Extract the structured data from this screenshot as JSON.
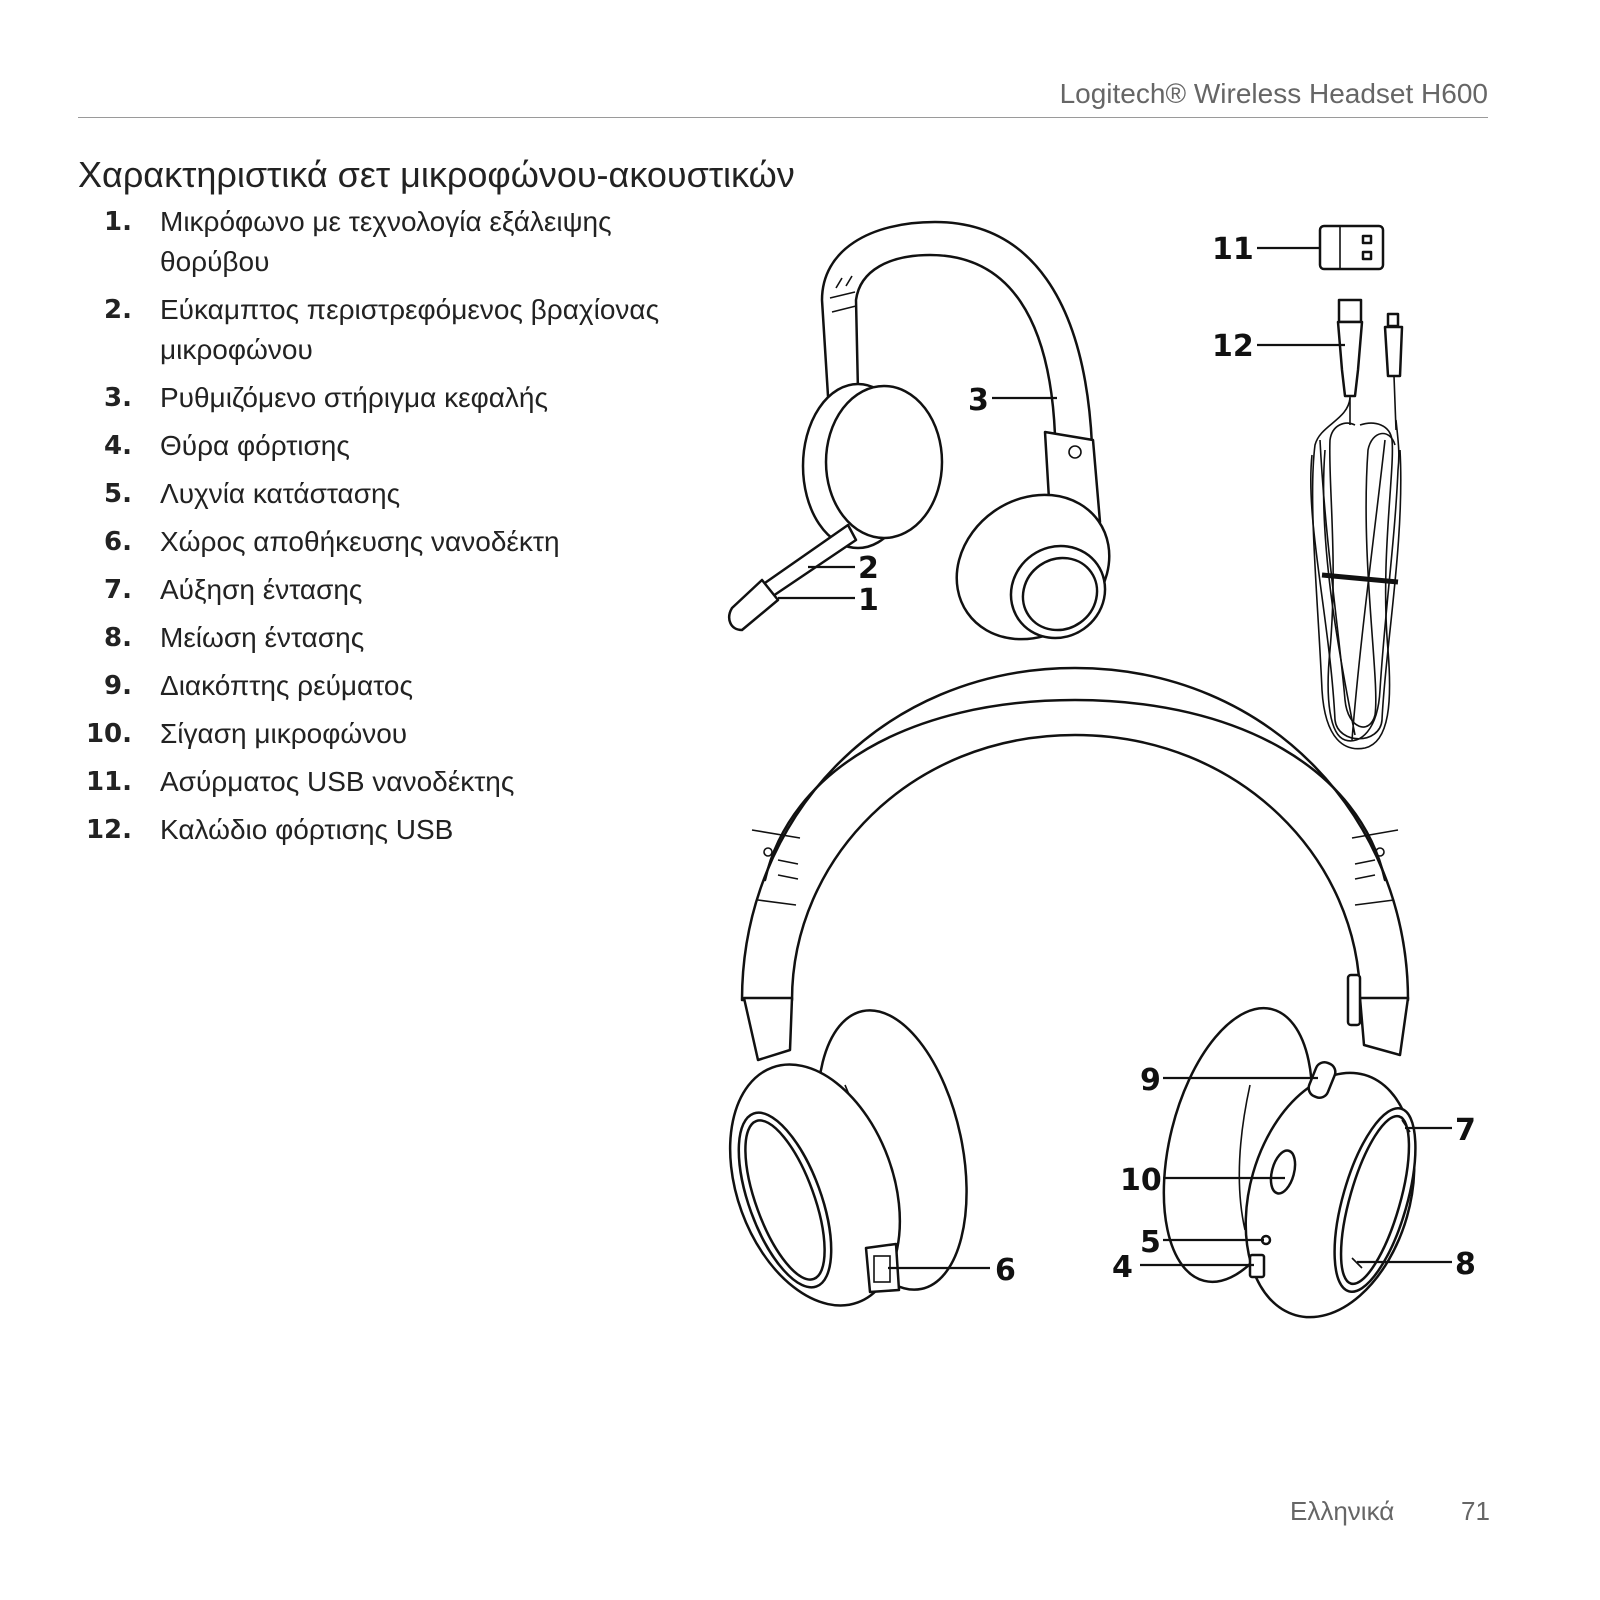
{
  "header": {
    "product": "Logitech® Wireless Headset H600"
  },
  "title": "Χαρακτηριστικά σετ μικροφώνου-ακουστικών",
  "features": [
    {
      "number": "1.",
      "text": "Μικρόφωνο με τεχνολογία εξάλειψης θορύβου"
    },
    {
      "number": "2.",
      "text": "Εύκαμπτος περιστρεφόμενος βραχίονας μικροφώνου"
    },
    {
      "number": "3.",
      "text": "Ρυθμιζόμενο στήριγμα κεφαλής"
    },
    {
      "number": "4.",
      "text": "Θύρα φόρτισης"
    },
    {
      "number": "5.",
      "text": "Λυχνία κατάστασης"
    },
    {
      "number": "6.",
      "text": "Χώρος αποθήκευσης νανοδέκτη"
    },
    {
      "number": "7.",
      "text": "Αύξηση έντασης"
    },
    {
      "number": "8.",
      "text": "Μείωση έντασης"
    },
    {
      "number": "9.",
      "text": "Διακόπτης ρεύματος"
    },
    {
      "number": "10.",
      "text": "Σίγαση μικροφώνου"
    },
    {
      "number": "11.",
      "text": "Ασύρματος USB νανοδέκτης"
    },
    {
      "number": "12.",
      "text": "Καλώδιο φόρτισης USB"
    }
  ],
  "diagram": {
    "callouts": [
      "11",
      "12",
      "3",
      "2",
      "1",
      "9",
      "7",
      "10",
      "5",
      "4",
      "6",
      "8"
    ]
  },
  "footer": {
    "language": "Ελληνικά",
    "page": "71"
  }
}
